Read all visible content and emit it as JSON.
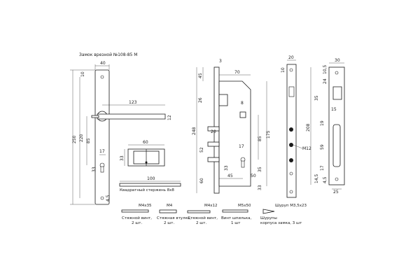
{
  "title": "Замок врезной №108-85 М",
  "dims": {
    "handle_width": "40",
    "handle_top_offset": "10",
    "handle_length": "123",
    "handle_thickness": "12",
    "plate_total": "250",
    "plate_mid": "220",
    "plate_center": "85",
    "plate_bottom": "4,5",
    "cyl_offset": "17",
    "cyl_side": "33",
    "cylinder_width": "60",
    "cylinder_height": "33",
    "spindle_length": "100",
    "body_faceplate_thickness": "3",
    "body_depth": "70",
    "body_top": "45",
    "latch_height": "26",
    "square_offset": "8",
    "body_height": "248",
    "bolt_offset": "20",
    "bolt_spacing": "52",
    "body_lower": "60",
    "backset": "45",
    "body_lower_offset": "50",
    "cyl_body_offset": "17",
    "cyl_height": "33",
    "center_distance": "85",
    "body_total": "175",
    "body_bottom_spacing": "35",
    "body_bottom": "33",
    "faceplate_width": "20",
    "faceplate_top": "10",
    "faceplate_screw": "M12",
    "strike_width": "30",
    "strike_top": "24",
    "strike_top2": "10,5",
    "strike_a": "35",
    "strike_b": "15",
    "strike_height": "208",
    "strike_c": "19",
    "strike_d": "59",
    "strike_e": "17",
    "strike_f": "14,5",
    "strike_g": "4,5",
    "strike_width_bottom": "25"
  },
  "captions": {
    "spindle": "Квадратный стержень 8х8",
    "screw1_spec": "М4х35",
    "screw1": [
      "Стяжной винт,",
      "2 шт."
    ],
    "sleeve_spec": "М4",
    "sleeve": [
      "Стяжная втулка,",
      "2 шт."
    ],
    "screw2_spec": "М4х12",
    "screw2": [
      "Стяжной винт,",
      "2 шт."
    ],
    "pin_spec": "М5х50",
    "pin": [
      "Винт шпилька,",
      "1 шт"
    ],
    "wood_spec": "Шуруп М3,5х23",
    "wood": [
      "Шурупы",
      "корпуса замка, 3 шт"
    ]
  }
}
